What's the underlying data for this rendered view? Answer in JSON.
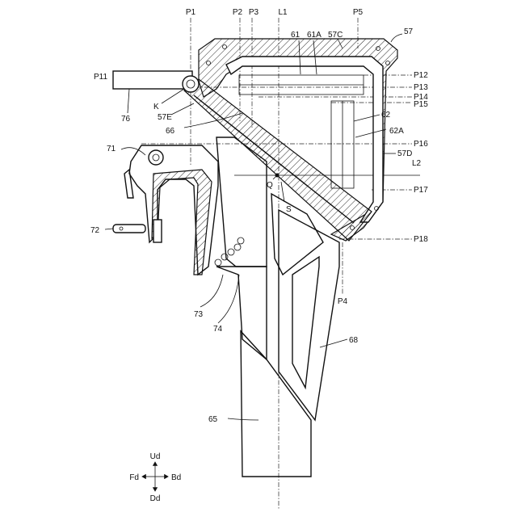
{
  "figure": {
    "reference_lines": {
      "vertical": [
        "P1",
        "P2",
        "P3",
        "L1",
        "P5",
        "P4"
      ],
      "horizontal": [
        "P11",
        "P12",
        "P13",
        "P14",
        "P15",
        "P16",
        "L2",
        "P17",
        "P18"
      ]
    },
    "labels": {
      "l57": "57",
      "l61": "61",
      "l61A": "61A",
      "l57C": "57C",
      "lK": "K",
      "l57E": "57E",
      "l76": "76",
      "l66": "66",
      "l62": "62",
      "l62A": "62A",
      "l57D": "57D",
      "l71": "71",
      "lQ": "Q",
      "lS": "S",
      "l72": "72",
      "l73": "73",
      "l74": "74",
      "l68": "68",
      "l65": "65"
    },
    "directions": {
      "up": "Ud",
      "down": "Dd",
      "front": "Fd",
      "back": "Bd"
    }
  }
}
